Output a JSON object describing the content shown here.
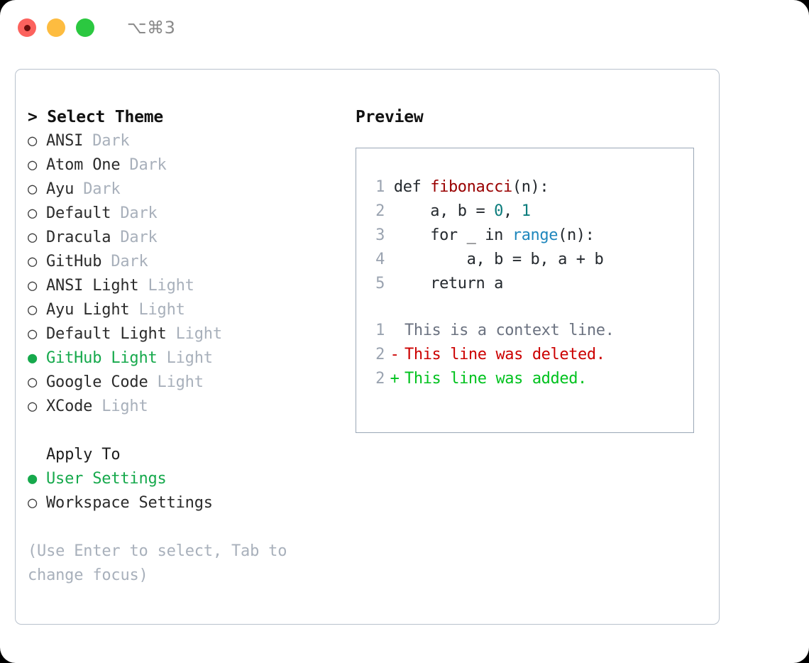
{
  "titlebar": {
    "shortcut": "⌥⌘3",
    "lights": [
      {
        "name": "close-button",
        "color": "#fc625d"
      },
      {
        "name": "minimize-button",
        "color": "#fdbc40"
      },
      {
        "name": "maximize-button",
        "color": "#2bc840"
      }
    ]
  },
  "theme_selector": {
    "title": "> Select Theme",
    "markers": {
      "selected": "●",
      "unselected": "○"
    },
    "items": [
      {
        "label": "ANSI",
        "tag": "Dark",
        "selected": false
      },
      {
        "label": "Atom One",
        "tag": "Dark",
        "selected": false
      },
      {
        "label": "Ayu",
        "tag": "Dark",
        "selected": false
      },
      {
        "label": "Default",
        "tag": "Dark",
        "selected": false
      },
      {
        "label": "Dracula",
        "tag": "Dark",
        "selected": false
      },
      {
        "label": "GitHub",
        "tag": "Dark",
        "selected": false
      },
      {
        "label": "ANSI Light",
        "tag": "Light",
        "selected": false
      },
      {
        "label": "Ayu Light",
        "tag": "Light",
        "selected": false
      },
      {
        "label": "Default Light",
        "tag": "Light",
        "selected": false
      },
      {
        "label": "GitHub Light",
        "tag": "Light",
        "selected": true
      },
      {
        "label": "Google Code",
        "tag": "Light",
        "selected": false
      },
      {
        "label": "XCode",
        "tag": "Light",
        "selected": false
      }
    ]
  },
  "apply_to": {
    "title": "Apply To",
    "items": [
      {
        "label": "User Settings",
        "selected": true
      },
      {
        "label": "Workspace Settings",
        "selected": false
      }
    ]
  },
  "hint": "(Use Enter to select, Tab to change focus)",
  "preview": {
    "title": "Preview",
    "code_lines": [
      {
        "num": "1",
        "tokens": [
          {
            "text": "def ",
            "type": "plain"
          },
          {
            "text": "fibonacci",
            "type": "func"
          },
          {
            "text": "(n):",
            "type": "plain"
          }
        ]
      },
      {
        "num": "2",
        "tokens": [
          {
            "text": "    a, b = ",
            "type": "plain"
          },
          {
            "text": "0",
            "type": "num"
          },
          {
            "text": ", ",
            "type": "plain"
          },
          {
            "text": "1",
            "type": "num"
          }
        ]
      },
      {
        "num": "3",
        "tokens": [
          {
            "text": "    for _ in ",
            "type": "plain"
          },
          {
            "text": "range",
            "type": "call"
          },
          {
            "text": "(n):",
            "type": "plain"
          }
        ]
      },
      {
        "num": "4",
        "tokens": [
          {
            "text": "        a, b = b, a + b",
            "type": "plain"
          }
        ]
      },
      {
        "num": "5",
        "tokens": [
          {
            "text": "    return a",
            "type": "plain"
          }
        ]
      }
    ],
    "diff_lines": [
      {
        "num": "1",
        "sign": " ",
        "text": "This is a context line.",
        "kind": "ctx"
      },
      {
        "num": "2",
        "sign": "-",
        "text": "This line was deleted.",
        "kind": "del"
      },
      {
        "num": "2",
        "sign": "+",
        "text": "This line was added.",
        "kind": "add"
      }
    ]
  },
  "colors": {
    "accent_green": "#16a94c",
    "diff_add": "#00c21e",
    "diff_del": "#cc0000",
    "syntax_function": "#990000",
    "syntax_number": "#0b7c7c",
    "syntax_call": "#1f87bd",
    "muted": "#a8b0bb",
    "border": "#9aa7b6"
  }
}
